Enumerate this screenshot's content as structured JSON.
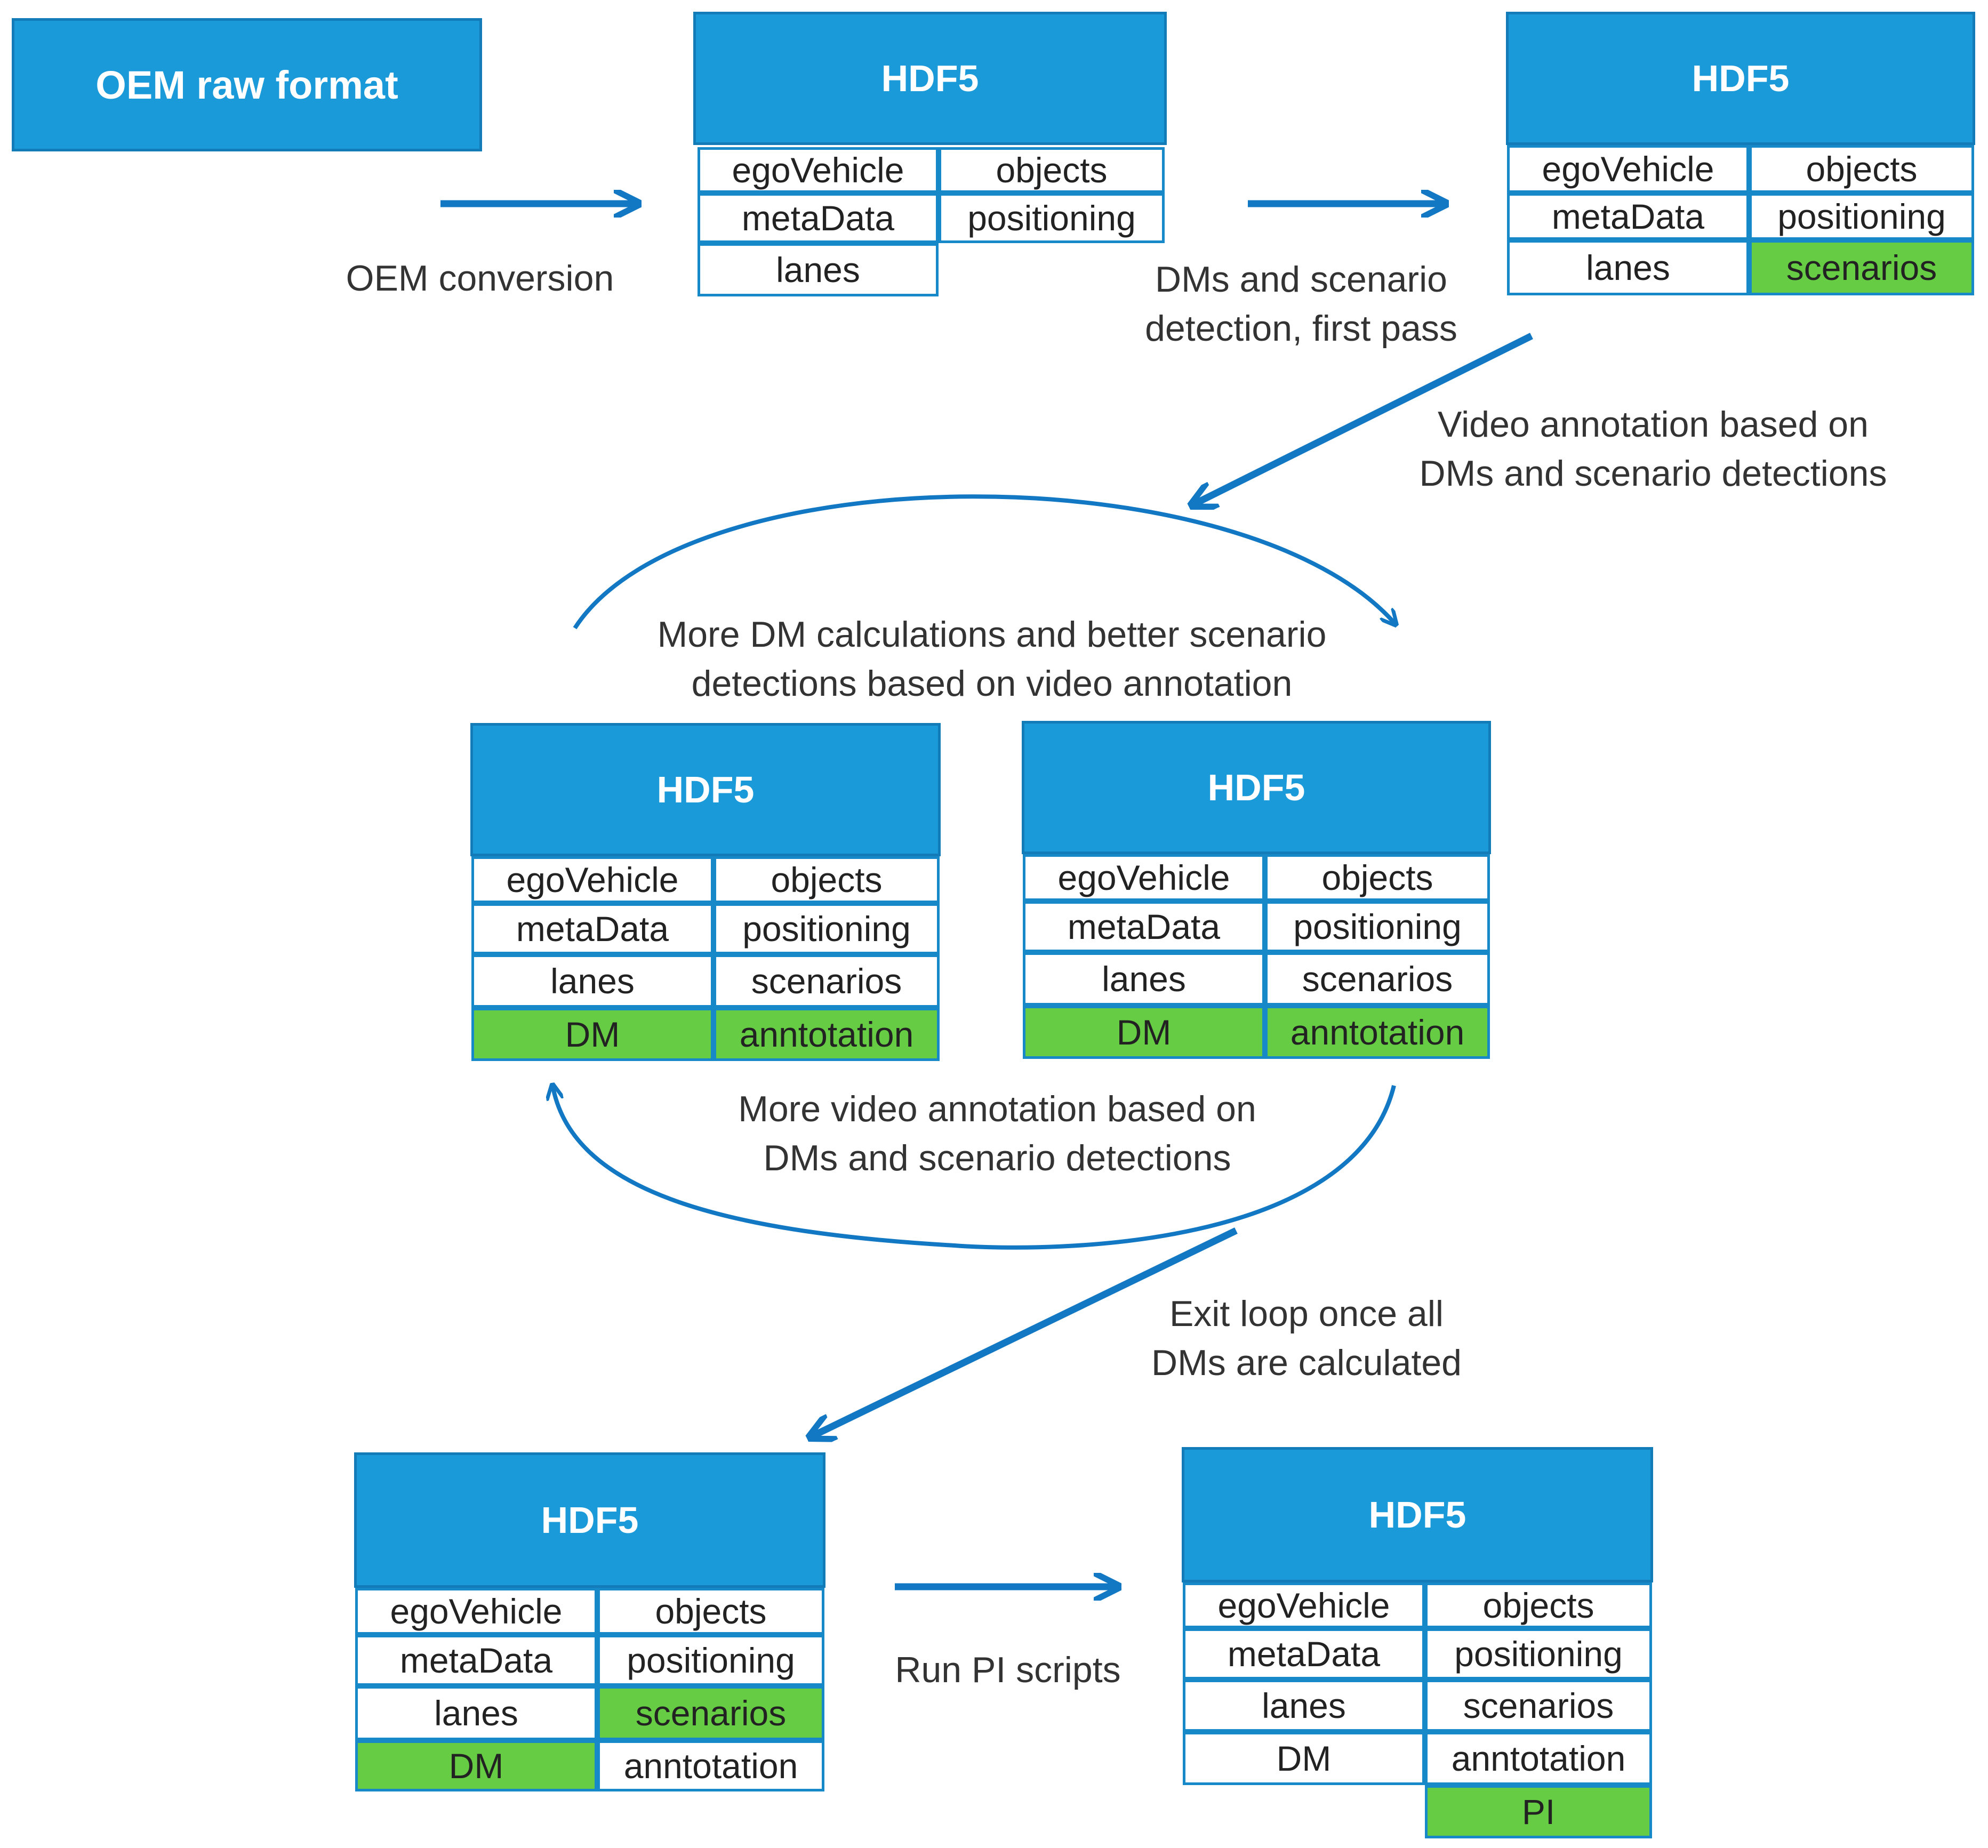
{
  "oem_box": "OEM raw format",
  "hdf5_title": "HDF5",
  "fields": {
    "egoVehicle": "egoVehicle",
    "objects": "objects",
    "metaData": "metaData",
    "positioning": "positioning",
    "lanes": "lanes",
    "scenarios": "scenarios",
    "DM": "DM",
    "annotation": "anntotation",
    "PI": "PI"
  },
  "labels": {
    "oem_conversion": "OEM conversion",
    "first_pass": [
      "DMs and scenario",
      "detection, first pass"
    ],
    "video_annotation": [
      "Video annotation based on",
      "DMs and scenario detections"
    ],
    "more_dm": [
      "More DM calculations and better scenario",
      "detections based on video annotation"
    ],
    "more_video": [
      "More video annotation based on",
      "DMs and scenario detections"
    ],
    "exit_loop": [
      "Exit loop once all",
      "DMs are calculated"
    ],
    "run_pi": "Run PI scripts"
  },
  "colors": {
    "header_blue": "#1a9ad9",
    "border_blue": "#1788c8",
    "arrow_blue": "#1278c4",
    "highlight_green": "#66cc44"
  }
}
